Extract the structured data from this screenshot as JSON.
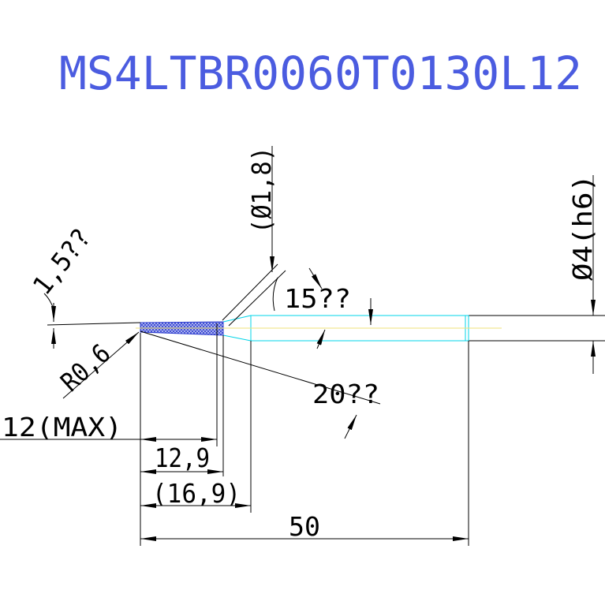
{
  "title": "MS4LTBR0060T0130L12",
  "labels": {
    "shank_diameter": "Ø4(h6)",
    "neck_diameter": "(Ø1,8)",
    "angle_top_left": "1,5??",
    "angle_neck": "15??",
    "angle_bottom": "20??",
    "radius": "R0,6",
    "length_max": "12(MAX)",
    "length_a": "12,9",
    "length_b": "(16,9)",
    "length_total": "50"
  },
  "colors": {
    "title": "#4b5ce0",
    "lines": "#000000",
    "neck": "#00d4e8",
    "centerline": "#efe27a",
    "hatch": "#2f3fd0"
  }
}
